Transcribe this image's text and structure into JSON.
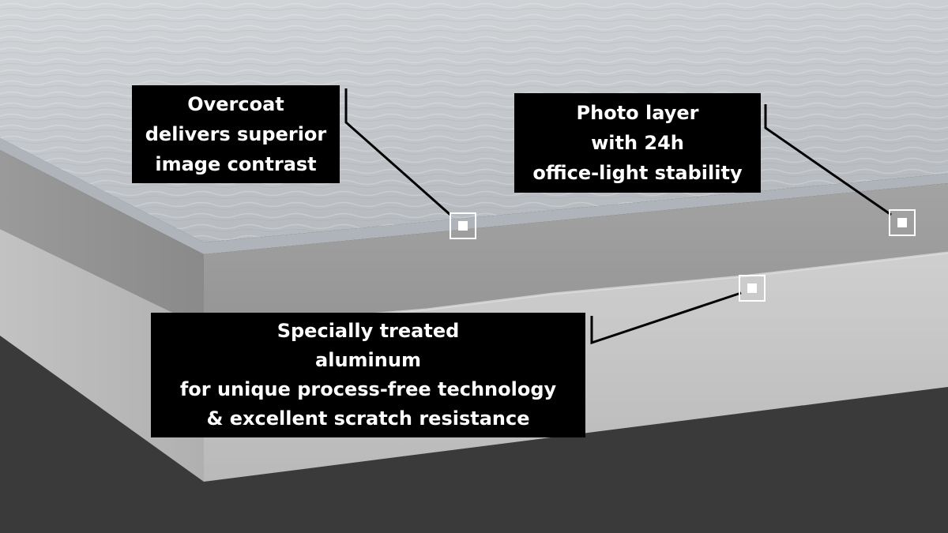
{
  "callouts": {
    "overcoat": {
      "lines": [
        "Overcoat",
        "delivers superior",
        "image contrast"
      ]
    },
    "photo_layer": {
      "lines": [
        "Photo layer",
        "with 24h",
        "office-light stability"
      ]
    },
    "aluminum": {
      "lines": [
        "Specially treated",
        "aluminum",
        "for unique process-free technology",
        "& excellent scratch resistance"
      ]
    }
  },
  "colors": {
    "background": "#3a3a3a",
    "top_surface": "#c9cdd1",
    "photo_layer": "#9c9c9c",
    "aluminum": "#c4c4c4",
    "callout_box": "#000000",
    "callout_text": "#ffffff",
    "marker": "#ffffff"
  }
}
